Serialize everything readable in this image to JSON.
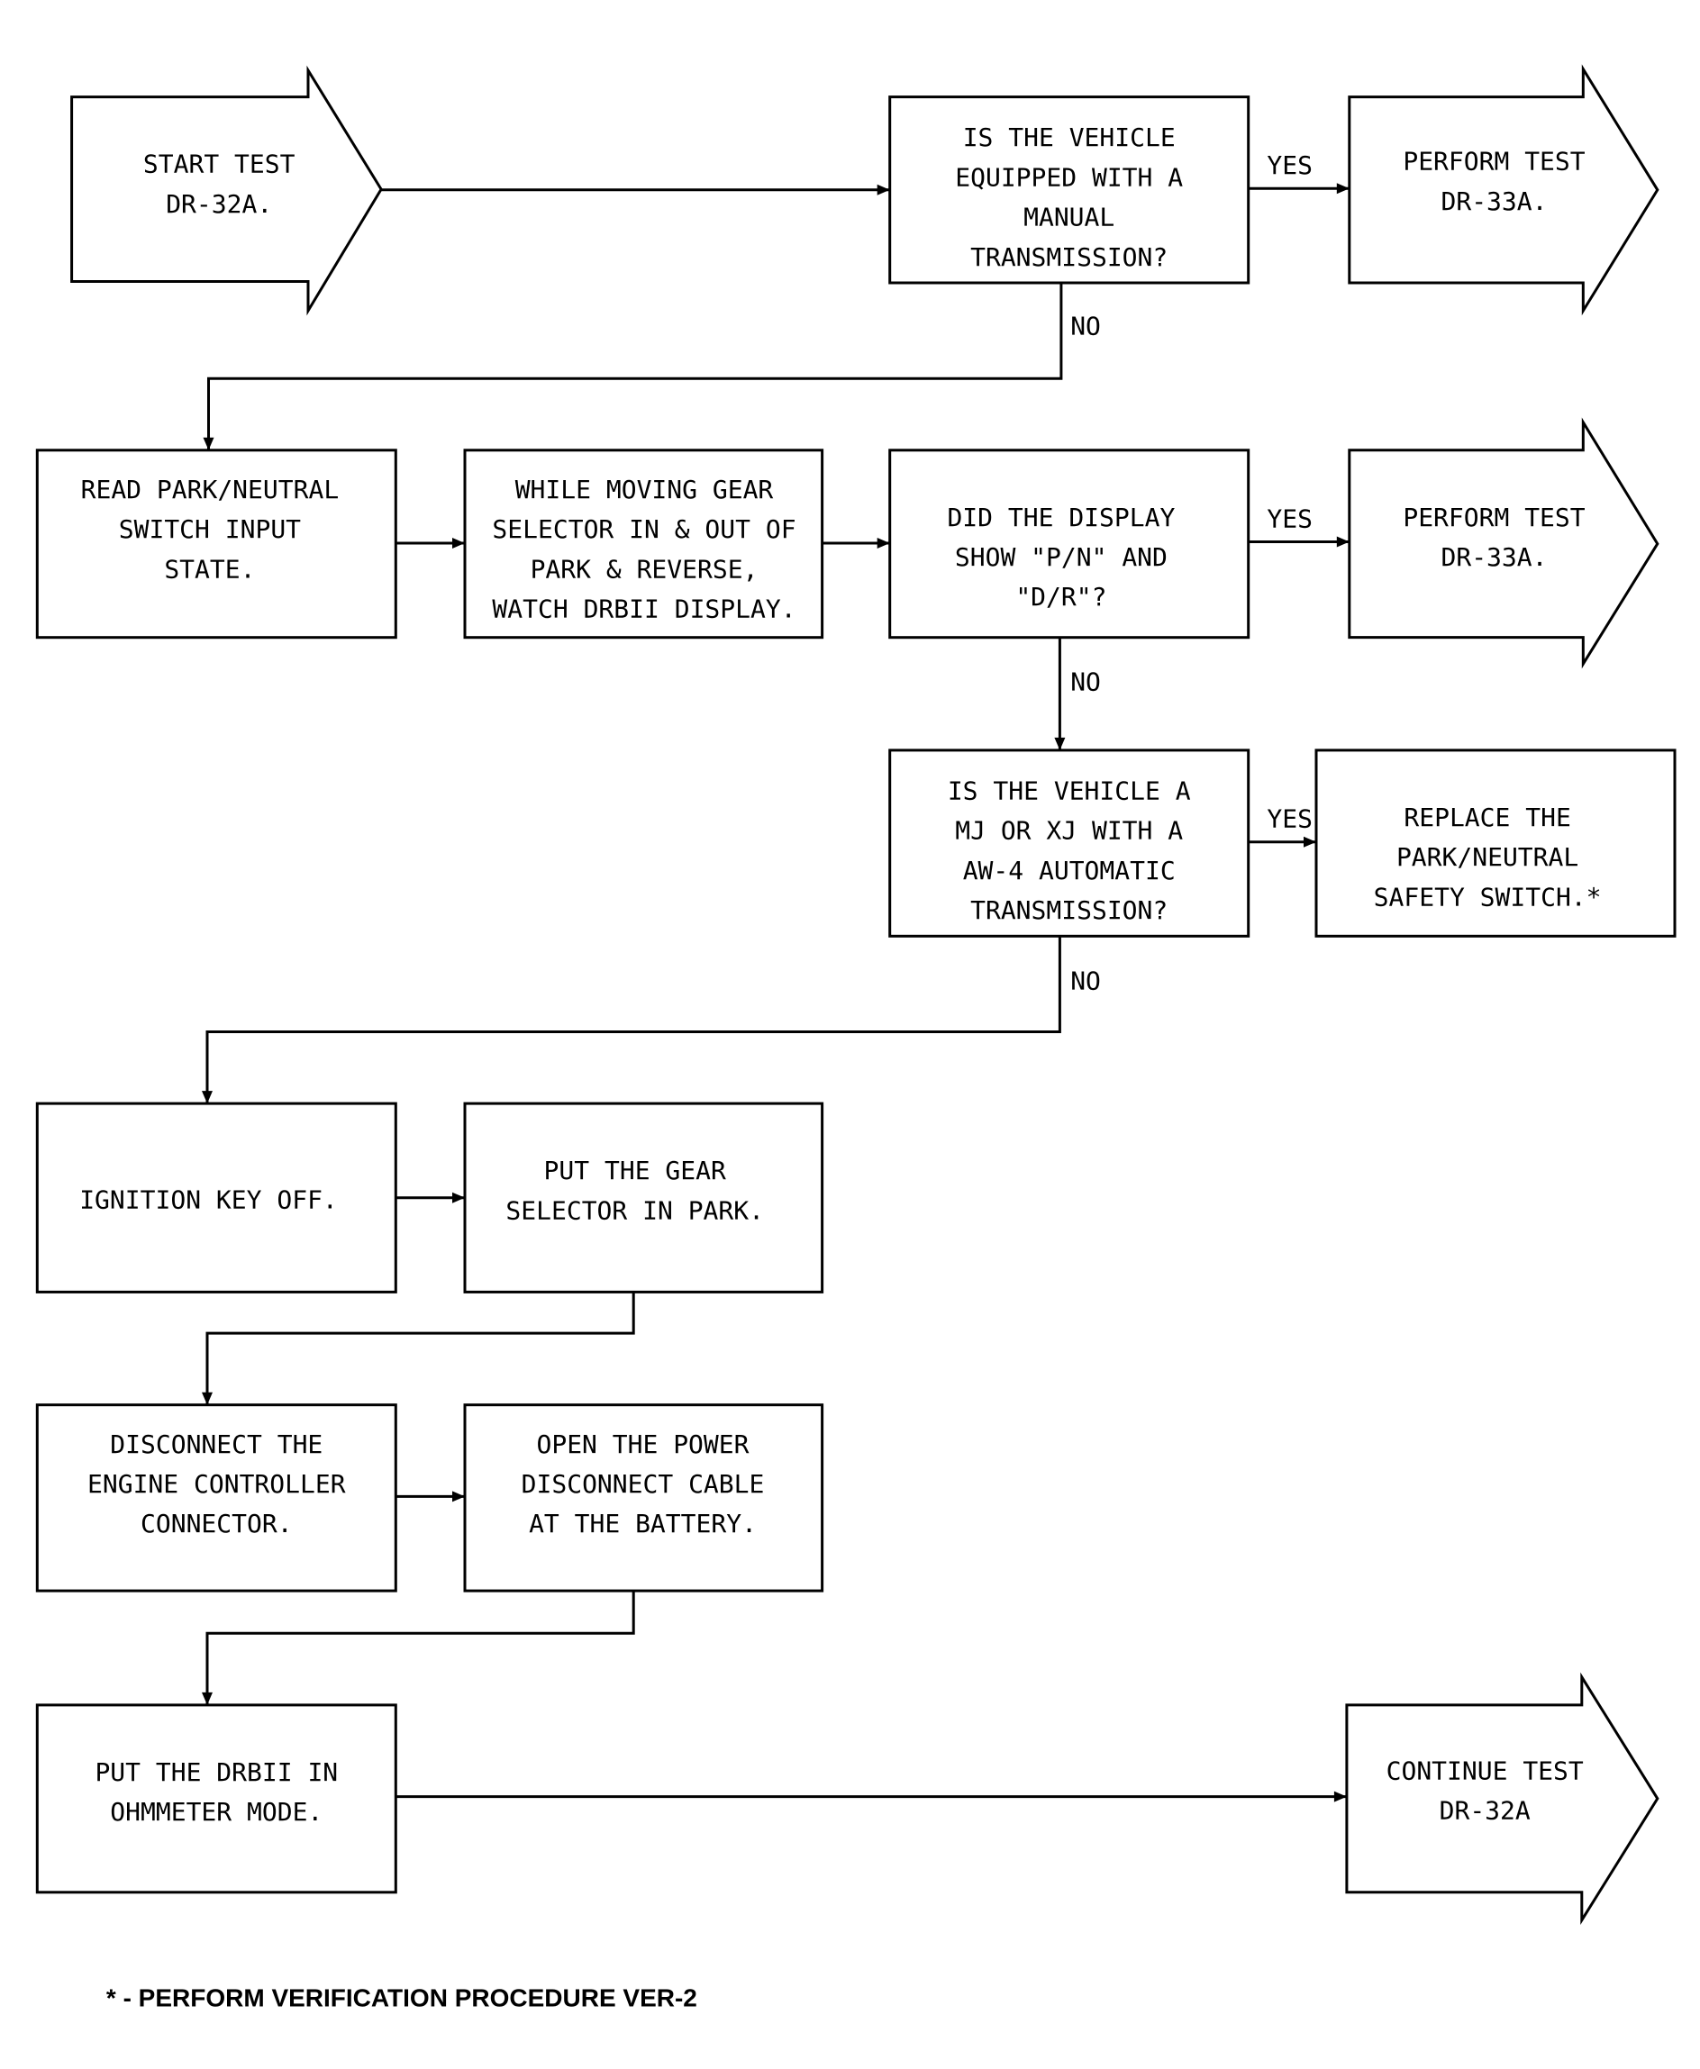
{
  "flowchart": {
    "start": [
      "START TEST",
      "DR-32A."
    ],
    "q_manual": [
      "IS THE VEHICLE",
      "EQUIPPED WITH A",
      "MANUAL",
      "TRANSMISSION?"
    ],
    "perform_1": [
      "PERFORM TEST",
      "DR-33A."
    ],
    "read_state": [
      "READ PARK/NEUTRAL",
      "SWITCH INPUT",
      "STATE."
    ],
    "moving_gear": [
      "WHILE MOVING GEAR",
      "SELECTOR IN & OUT OF",
      "PARK & REVERSE,",
      "WATCH DRBII DISPLAY."
    ],
    "q_display": [
      "DID THE DISPLAY",
      "SHOW \"P/N\" AND",
      "\"D/R\"?"
    ],
    "perform_2": [
      "PERFORM TEST",
      "DR-33A."
    ],
    "q_mj_xj": [
      "IS THE VEHICLE A",
      "MJ OR XJ WITH A",
      "AW-4 AUTOMATIC",
      "TRANSMISSION?"
    ],
    "replace_switch": [
      "REPLACE THE",
      "PARK/NEUTRAL",
      "SAFETY SWITCH.*"
    ],
    "ignition_off": [
      "IGNITION KEY OFF."
    ],
    "gear_park": [
      "PUT THE GEAR",
      "SELECTOR IN PARK."
    ],
    "disconnect_ecu": [
      "DISCONNECT THE",
      "ENGINE CONTROLLER",
      "CONNECTOR."
    ],
    "open_power": [
      "OPEN THE POWER",
      "DISCONNECT CABLE",
      "AT THE BATTERY."
    ],
    "ohmmeter": [
      "PUT THE DRBII IN",
      "OHMMETER MODE."
    ],
    "continue": [
      "CONTINUE TEST",
      "DR-32A"
    ],
    "yes_label": "YES",
    "no_label": "NO"
  },
  "footnote": "* - PERFORM VERIFICATION PROCEDURE VER-2"
}
